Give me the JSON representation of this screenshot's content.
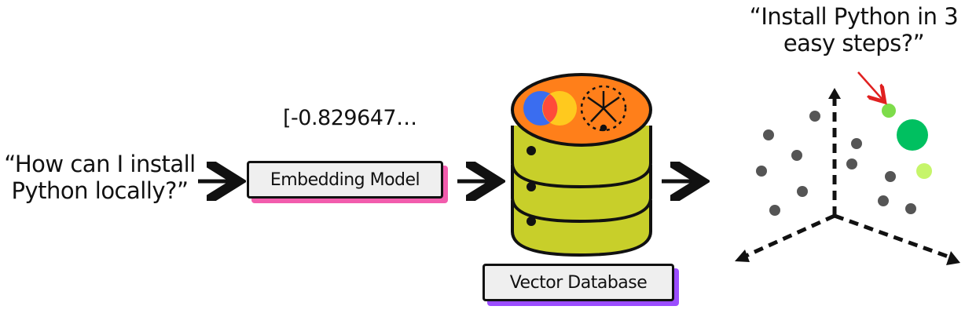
{
  "query_text": [
    "“How can I install",
    "Python locally?”"
  ],
  "vector_text": "[-0.829647…",
  "embedding_model_label": "Embedding Model",
  "vector_database_label": "Vector Database",
  "result_text": [
    "“Install Python in 3",
    "easy steps?”"
  ],
  "colors": {
    "embedding_shadow": "#f25cad",
    "vector_db_shadow": "#9b4dff",
    "db_body": "#c8cf2a",
    "db_top": "#ff7f1a",
    "result_highlight": "#00c060",
    "result_near": "#7ddc4a",
    "points": "#555555",
    "pointer_arrow": "#e02020"
  },
  "icons": [
    "arrow-right-icon",
    "database-icon",
    "overlap-circles-icon",
    "network-icon",
    "3d-axes-icon"
  ]
}
